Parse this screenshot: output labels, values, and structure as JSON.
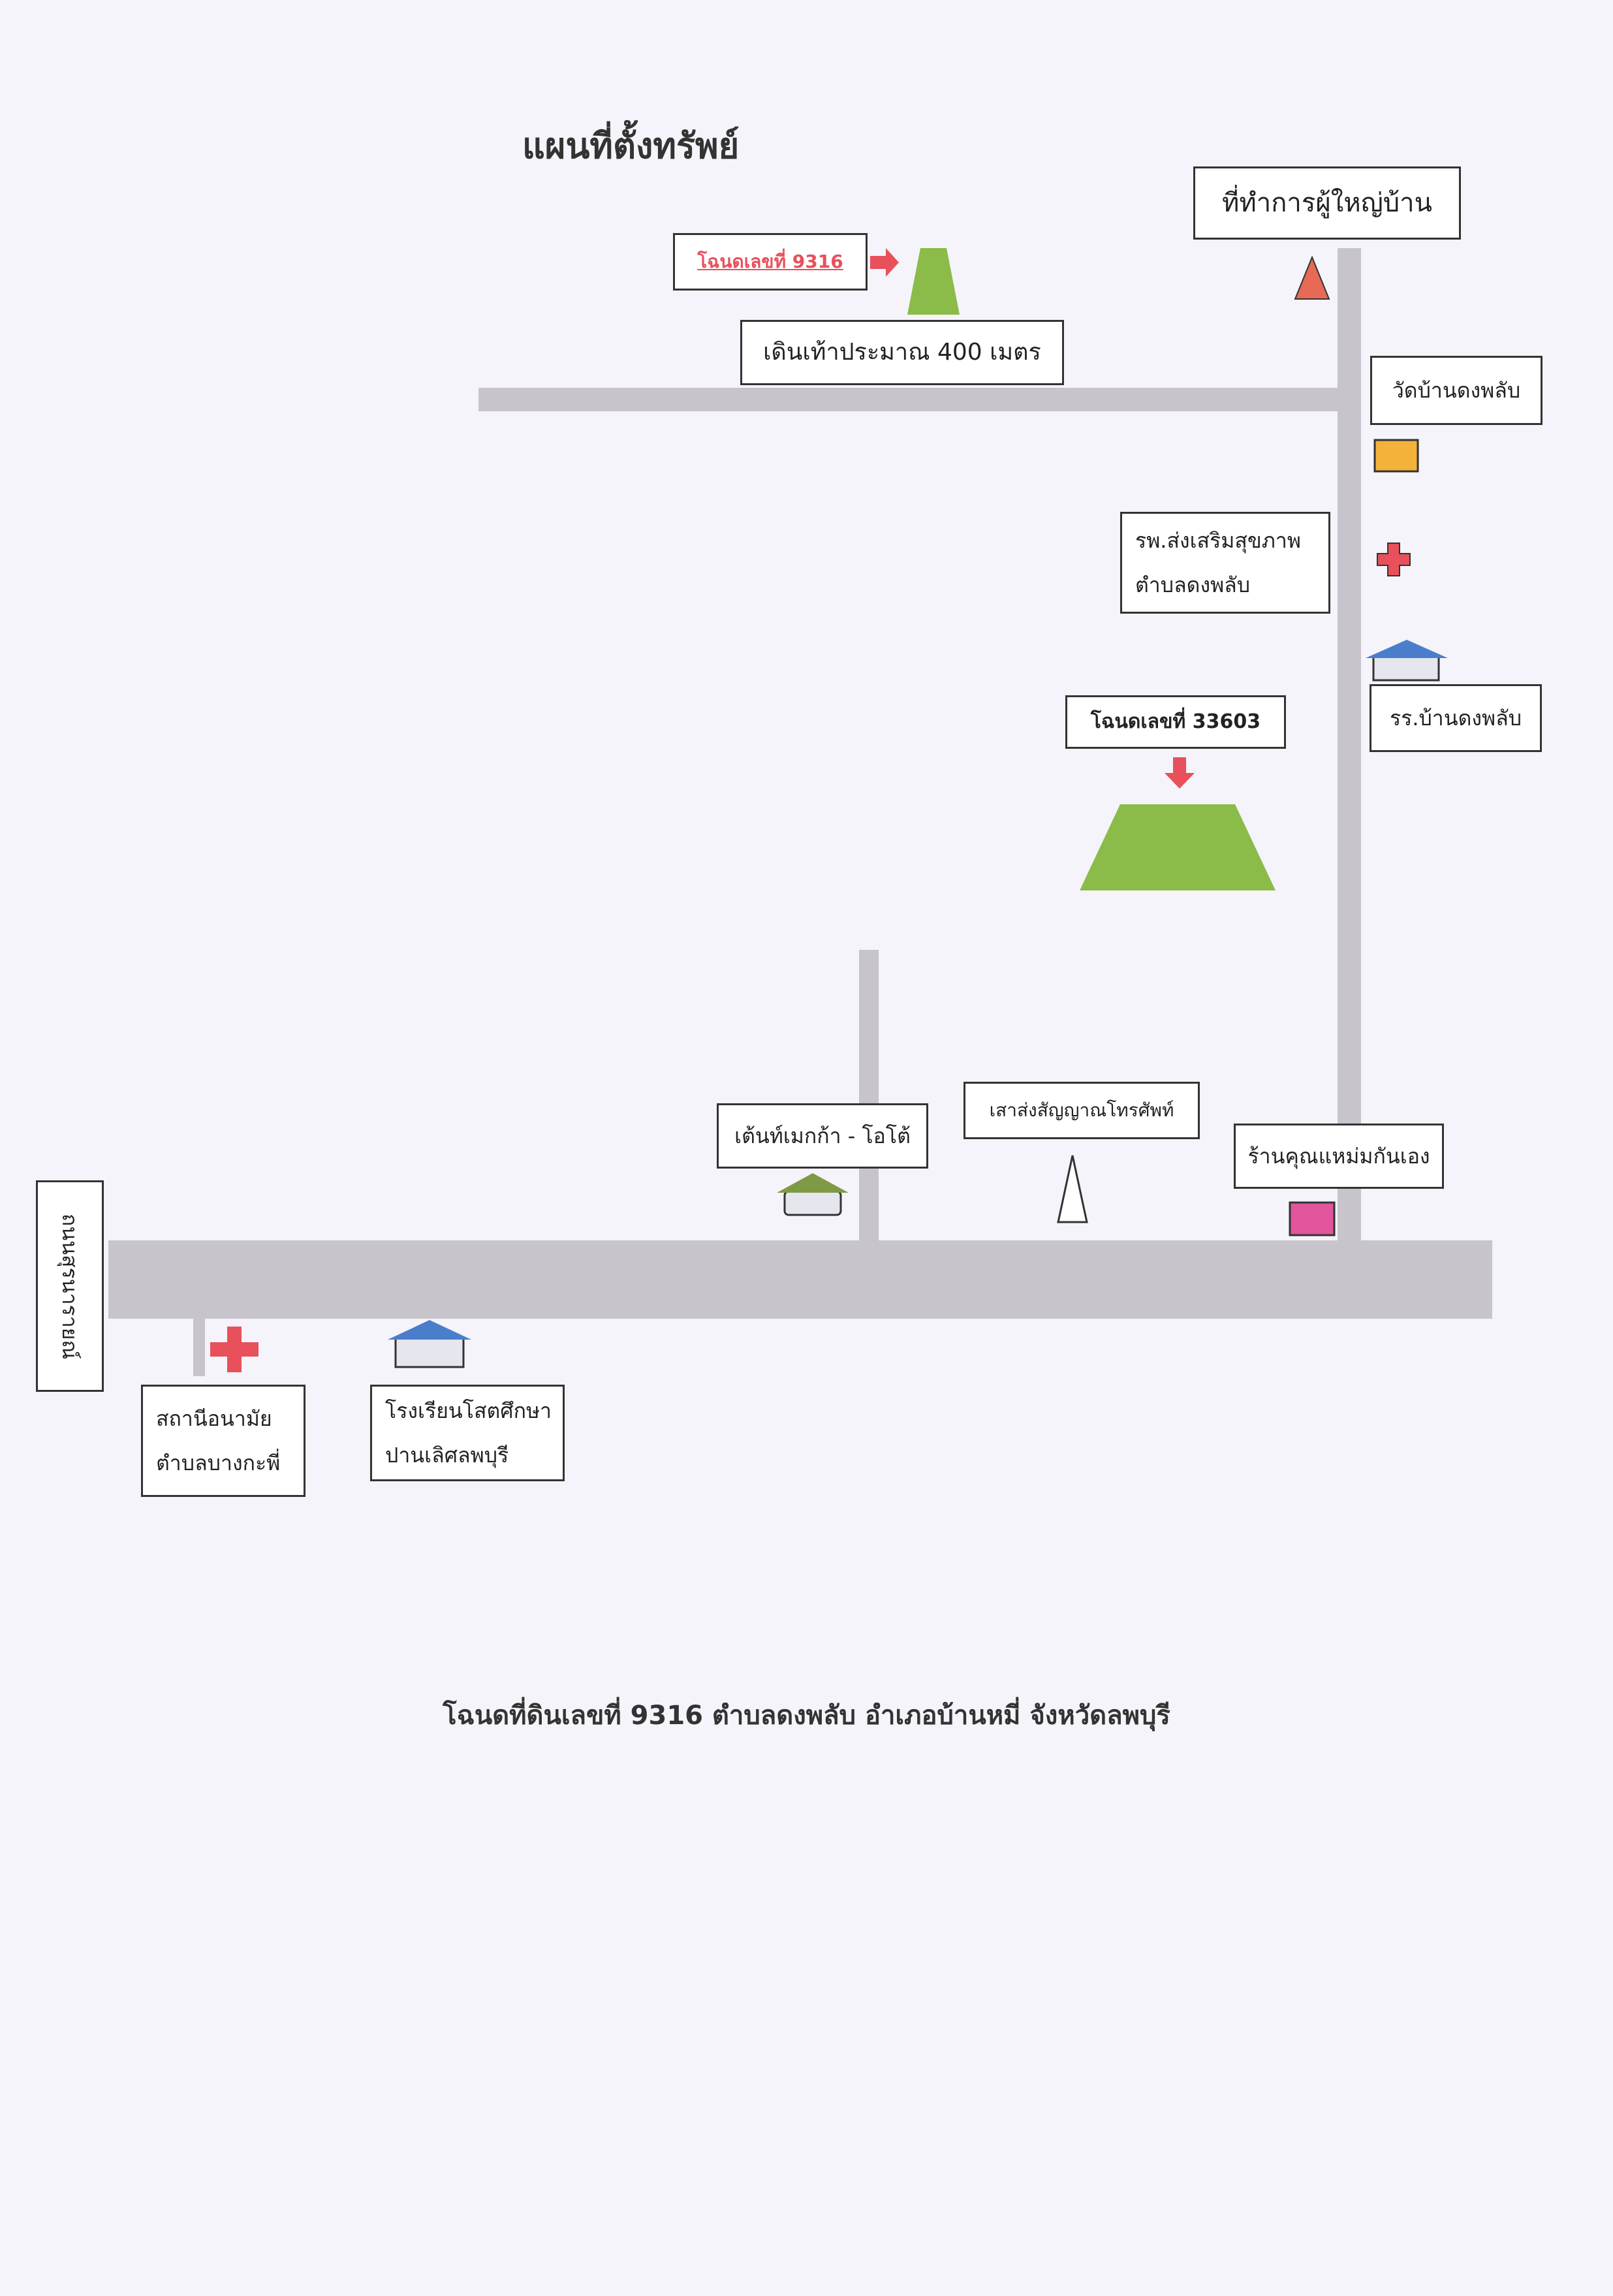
{
  "map": {
    "title": "แผนที่ตั้งทรัพย์",
    "footer": "โฉนดที่ดินเลขที่ 9316 ตำบลดงพลับ อำเภอบ้านหมี่ จังหวัดลพบุรี",
    "labels": {
      "village_head_office": "ที่ทำการผู้ใหญ่บ้าน",
      "deed_9316": "โฉนดเลขที่ 9316",
      "walk_distance": "เดินเท้าประมาณ 400 เมตร",
      "wat_ban_dong_phlap": "วัดบ้านดงพลับ",
      "health_hospital_line1": "รพ.ส่งเสริมสุขภาพ",
      "health_hospital_line2": "ตำบลดงพลับ",
      "school_ban_dong_phlap": "รร.บ้านดงพลับ",
      "deed_33603": "โฉนดเลขที่ 33603",
      "tent": "เต้นท์เมกก้า - โอโต้",
      "telecom_tower": "เสาส่งสัญญาณโทรศัพท์",
      "shop": "ร้านคุณแหม่มกันเอง",
      "main_road": "ถนนสุรนารายณ์",
      "health_station_line1": "สถานีอนามัย",
      "health_station_line2": "ตำบลบางกะพี่",
      "school_line1": "โรงเรียนโสตศึกษา",
      "school_line2": "ปานเลิศลพบุรี"
    },
    "colors": {
      "road": "#c7c5cb",
      "plot_green": "#8bbb48",
      "arrow_red": "#e8505b",
      "cross_red": "#e8505b",
      "temple_orange": "#f4b23a",
      "shop_pink": "#e2559e",
      "school_roof_blue": "#4a7ecb",
      "tent_roof_green": "#7f9a46",
      "village_marker": "#e66a55"
    }
  }
}
